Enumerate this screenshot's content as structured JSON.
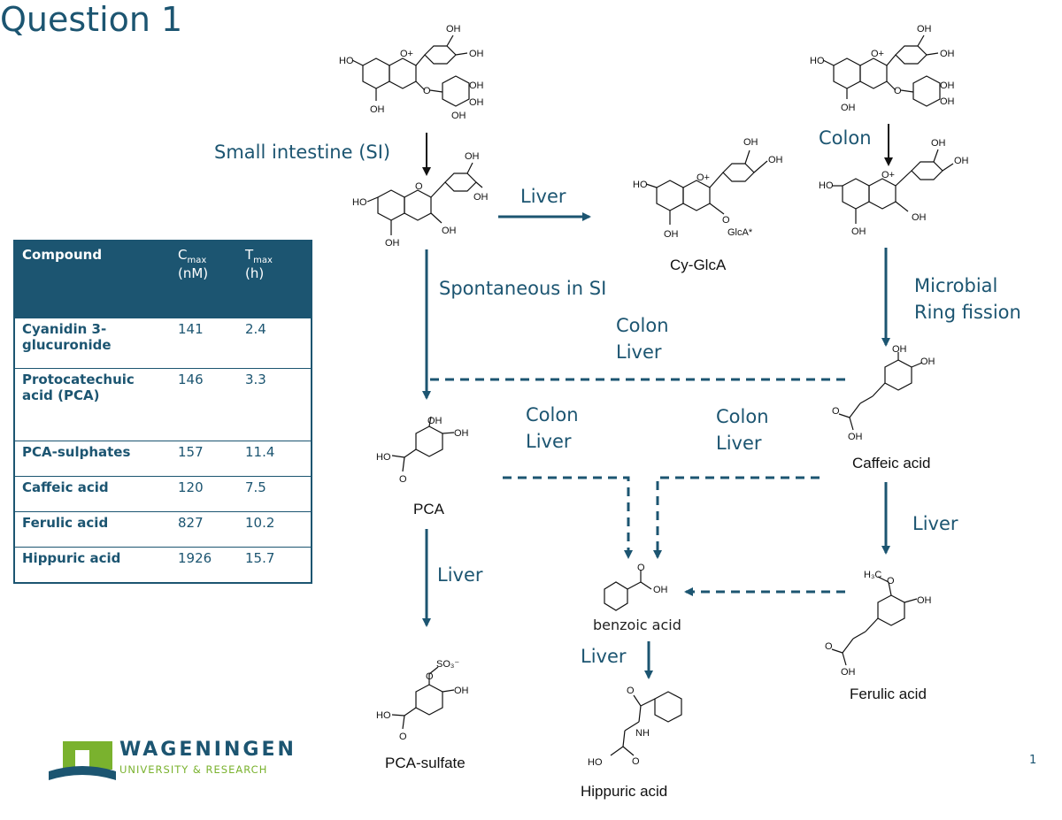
{
  "title": "Question 1",
  "labels": {
    "small_intestine": "Small intestine (SI)",
    "liver_top": "Liver",
    "colon_top": "Colon",
    "spontaneous": "Spontaneous in SI",
    "microbial": "Microbial",
    "ring_fission": "Ring fission",
    "colon_mid": "Colon",
    "liver_mid": "Liver",
    "colon_left": "Colon",
    "liver_left": "Liver",
    "colon_right": "Colon",
    "liver_right": "Liver",
    "liver_caffeic": "Liver",
    "liver_pca": "Liver",
    "liver_benzoic": "Liver"
  },
  "compounds": {
    "cy_glca": "Cy-GlcA",
    "caffeic": "Caffeic acid",
    "pca": "PCA",
    "benzoic": "benzoic acid",
    "ferulic": "Ferulic acid",
    "pca_sulfate": "PCA-sulfate",
    "hippuric": "Hippuric acid"
  },
  "table": {
    "headers": {
      "compound": "Compound",
      "cmax_main": "C",
      "cmax_sub": "max",
      "cmax_unit": "(nM)",
      "tmax_main": "T",
      "tmax_sub": "max",
      "tmax_unit": "(h)"
    },
    "rows": [
      {
        "compound": "Cyanidin 3-glucuronide",
        "cmax": "141",
        "tmax": "2.4"
      },
      {
        "compound": "Protocatechuic acid (PCA)",
        "cmax": "146",
        "tmax": "3.3"
      },
      {
        "compound": "PCA-sulphates",
        "cmax": "157",
        "tmax": "11.4"
      },
      {
        "compound": "Caffeic acid",
        "cmax": "120",
        "tmax": "7.5"
      },
      {
        "compound": "Ferulic acid",
        "cmax": "827",
        "tmax": "10.2"
      },
      {
        "compound": "Hippuric acid",
        "cmax": "1926",
        "tmax": "15.7"
      }
    ]
  },
  "logo": {
    "name": "WAGENINGEN",
    "subtitle": "UNIVERSITY & RESEARCH"
  },
  "page_number": "1",
  "colors": {
    "accent": "#1c5571",
    "logo_green": "#7ab22e"
  }
}
